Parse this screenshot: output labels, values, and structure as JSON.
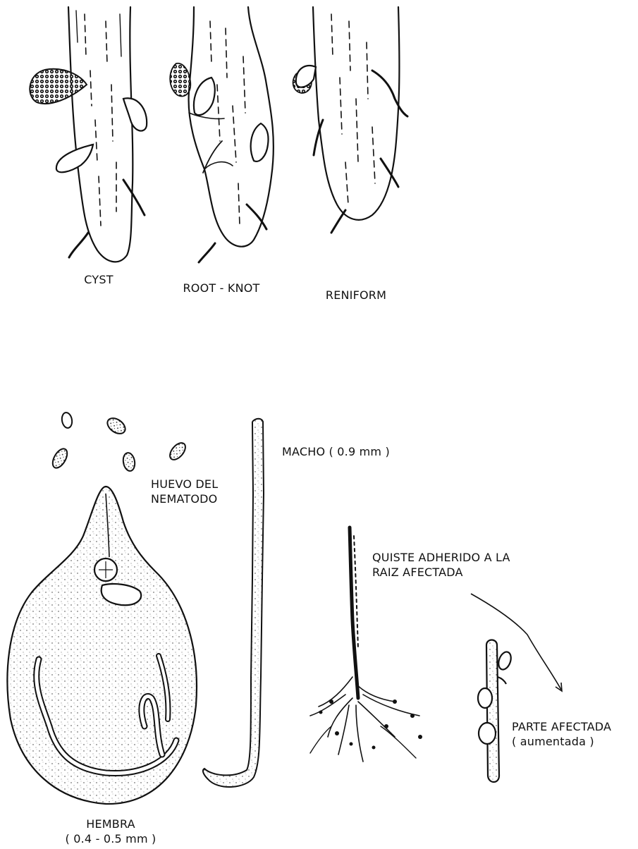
{
  "top_labels": {
    "cyst": "CYST",
    "root_knot": "ROOT - KNOT",
    "reniform": "RENIFORM"
  },
  "bottom_labels": {
    "macho": "MACHO  ( 0.9 mm )",
    "huevo": "HUEVO DEL\nNEMATODO",
    "quiste": "QUISTE ADHERIDO A LA\nRAIZ AFECTADA",
    "parte": "PARTE AFECTADA\n( aumentada )",
    "hembra": "HEMBRA\n( 0.4 - 0.5 mm )"
  },
  "colors": {
    "ink": "#111111",
    "paper": "#ffffff"
  }
}
